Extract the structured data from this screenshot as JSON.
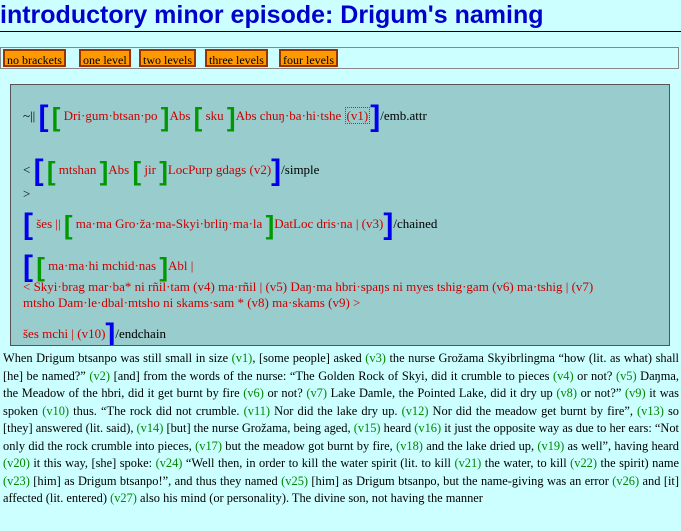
{
  "title": "introductory minor episode: Drigum's naming",
  "toolbar": [
    {
      "label": "no brackets"
    },
    {
      "label": "one level"
    },
    {
      "label": "two levels"
    },
    {
      "label": "three levels"
    },
    {
      "label": "four levels"
    }
  ],
  "analysis": {
    "l1": {
      "pre": "~||",
      "w1": "Dri·gum·btsan·po",
      "c1": "Abs",
      "w2": "sku",
      "c2": "Abs",
      "w3": "chuŋ·ba·hi·tshe",
      "v": "(v1)",
      "post": "/emb.attr"
    },
    "l2": {
      "pre": "<",
      "w1": "mtshan",
      "c1": "Abs",
      "w2": "jir",
      "c2": "LocPurp",
      "w3": "gdags",
      "v": "(v2)",
      "post": "/simple"
    },
    "l3": {
      "text": ">"
    },
    "l4": {
      "w1": "šes ||",
      "w2": "ma·ma Gro·ža·ma-Skyi·brliŋ·ma·la",
      "c2": "DatLoc",
      "w3": "dris·na |",
      "v": "(v3)",
      "post": "/chained"
    },
    "l5": {
      "w1": "ma·ma·hi mchid·nas",
      "c1": "Abl",
      "post": "|"
    },
    "l6": {
      "pre": "< Skyi·brag mar·ba* ni rñil·tam",
      "v4": "(v4)",
      "m1": "ma·rñil |",
      "v5": "(v5)",
      "m2": "Daŋ·ma hbri·spaŋs ni myes tshig·gam",
      "v6": "(v6)",
      "m3": "ma·tshig |",
      "v7": "(v7)"
    },
    "l7": {
      "pre": "mtsho Dam·le·dbal·mtsho ni skams·sam *",
      "v8": "(v8)",
      "m1": "ma·skams",
      "v9": "(v9)",
      "post": ">"
    },
    "l8": {
      "pre": "šes mchi |",
      "v": "(v10)",
      "post": "/endchain"
    }
  },
  "translation": [
    {
      "t": "When Drigum btsanpo was still small in size "
    },
    {
      "v": "(v1)"
    },
    {
      "t": ", [some people] asked "
    },
    {
      "v": "(v3)"
    },
    {
      "t": " the nurse Grožama Skyibrlingma “how (lit. as what) shall [he] be named?” "
    },
    {
      "v": "(v2)"
    },
    {
      "t": " [and] from the words of the nurse: “The Golden Rock of Skyi, did it crumble to pieces "
    },
    {
      "v": "(v4)"
    },
    {
      "t": " or not? "
    },
    {
      "v": "(v5)"
    },
    {
      "t": " Daŋma, the Meadow of the hbri, did it get burnt by fire "
    },
    {
      "v": "(v6)"
    },
    {
      "t": " or not? "
    },
    {
      "v": "(v7)"
    },
    {
      "t": " Lake Damle, the Pointed Lake, did it dry up "
    },
    {
      "v": "(v8)"
    },
    {
      "t": " or not?” "
    },
    {
      "v": "(v9)"
    },
    {
      "t": " it was spoken "
    },
    {
      "v": "(v10)"
    },
    {
      "t": " thus. “The rock did not crumble. "
    },
    {
      "v": "(v11)"
    },
    {
      "t": " Nor did the lake dry up. "
    },
    {
      "v": "(v12)"
    },
    {
      "t": " Nor did the meadow get burnt by fire”, "
    },
    {
      "v": "(v13)"
    },
    {
      "t": " so [they] answered (lit. said), "
    },
    {
      "v": "(v14)"
    },
    {
      "t": " [but] the nurse Grožama, being aged, "
    },
    {
      "v": "(v15)"
    },
    {
      "t": " heard "
    },
    {
      "v": "(v16)"
    },
    {
      "t": " it just the opposite way as due to her ears: “Not only did the rock crumble into pieces, "
    },
    {
      "v": "(v17)"
    },
    {
      "t": " but the meadow got burnt by fire, "
    },
    {
      "v": "(v18)"
    },
    {
      "t": " and the lake dried up, "
    },
    {
      "v": "(v19)"
    },
    {
      "t": " as well”, having heard "
    },
    {
      "v": "(v20)"
    },
    {
      "t": " it this way, [she] spoke: "
    },
    {
      "v": "(v24)"
    },
    {
      "t": " “Well then, in order to kill the water spirit (lit. to kill "
    },
    {
      "v": "(v21)"
    },
    {
      "t": " the water, to kill "
    },
    {
      "v": "(v22)"
    },
    {
      "t": " the spirit) name "
    },
    {
      "v": "(v23)"
    },
    {
      "t": " [him] as Drigum btsanpo!”, and thus they named "
    },
    {
      "v": "(v25)"
    },
    {
      "t": " [him] as Drigum btsanpo, but the name-giving was an error "
    },
    {
      "v": "(v26)"
    },
    {
      "t": " and [it] affected (lit. entered) "
    },
    {
      "v": "(v27)"
    },
    {
      "t": " also his mind (or personality). The divine son, not having the manner"
    }
  ]
}
